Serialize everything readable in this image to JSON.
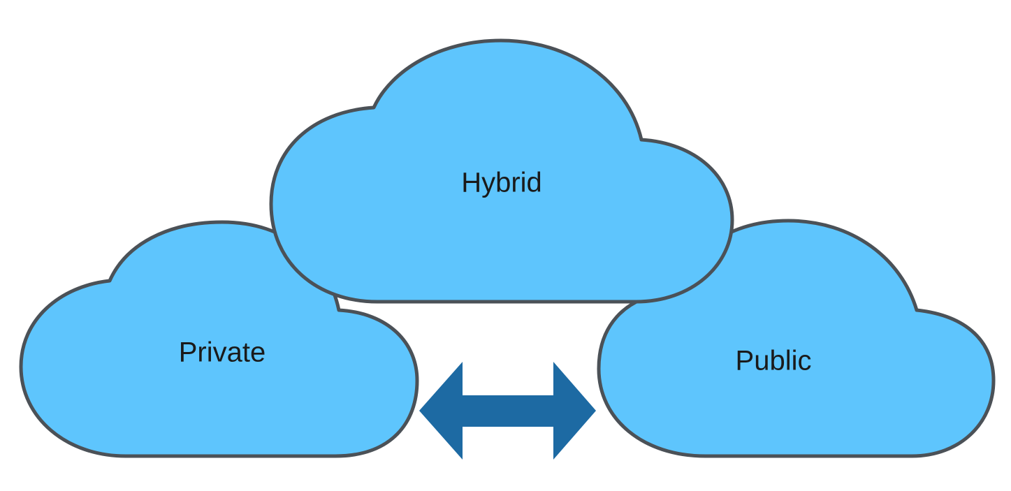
{
  "colors": {
    "cloud_fill": "#5ec5fd",
    "cloud_stroke": "#4b5157",
    "arrow_fill": "#1d6aa3",
    "label_text": "#1a1a1a"
  },
  "clouds": {
    "private": {
      "label": "Private"
    },
    "hybrid": {
      "label": "Hybrid"
    },
    "public": {
      "label": "Public"
    }
  },
  "connector": {
    "icon": "double-headed-arrow-icon"
  }
}
